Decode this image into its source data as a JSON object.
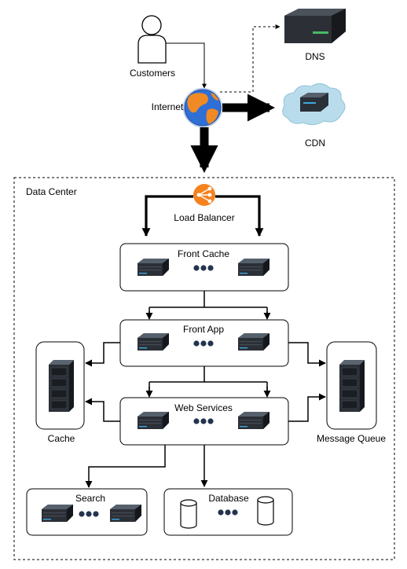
{
  "external": {
    "customers": "Customers",
    "internet": "Internet",
    "dns": "DNS",
    "cdn": "CDN"
  },
  "data_center": {
    "title": "Data Center",
    "load_balancer": "Load Balancer",
    "front_cache": "Front Cache",
    "front_app": "Front App",
    "web_services": "Web Services",
    "cache": "Cache",
    "message_queue": "Message Queue",
    "search": "Search",
    "database": "Database"
  },
  "colors": {
    "load_balancer": "#f5821f",
    "box_border": "#000000",
    "server_body": "#2b2f36",
    "server_top": "#4a5a6a",
    "server_accent": "#3fa7e0",
    "dots": "#23344e",
    "globe_ocean": "#2f6fd6",
    "globe_land": "#f08a24",
    "cdn_cloud": "#b9dcec"
  }
}
